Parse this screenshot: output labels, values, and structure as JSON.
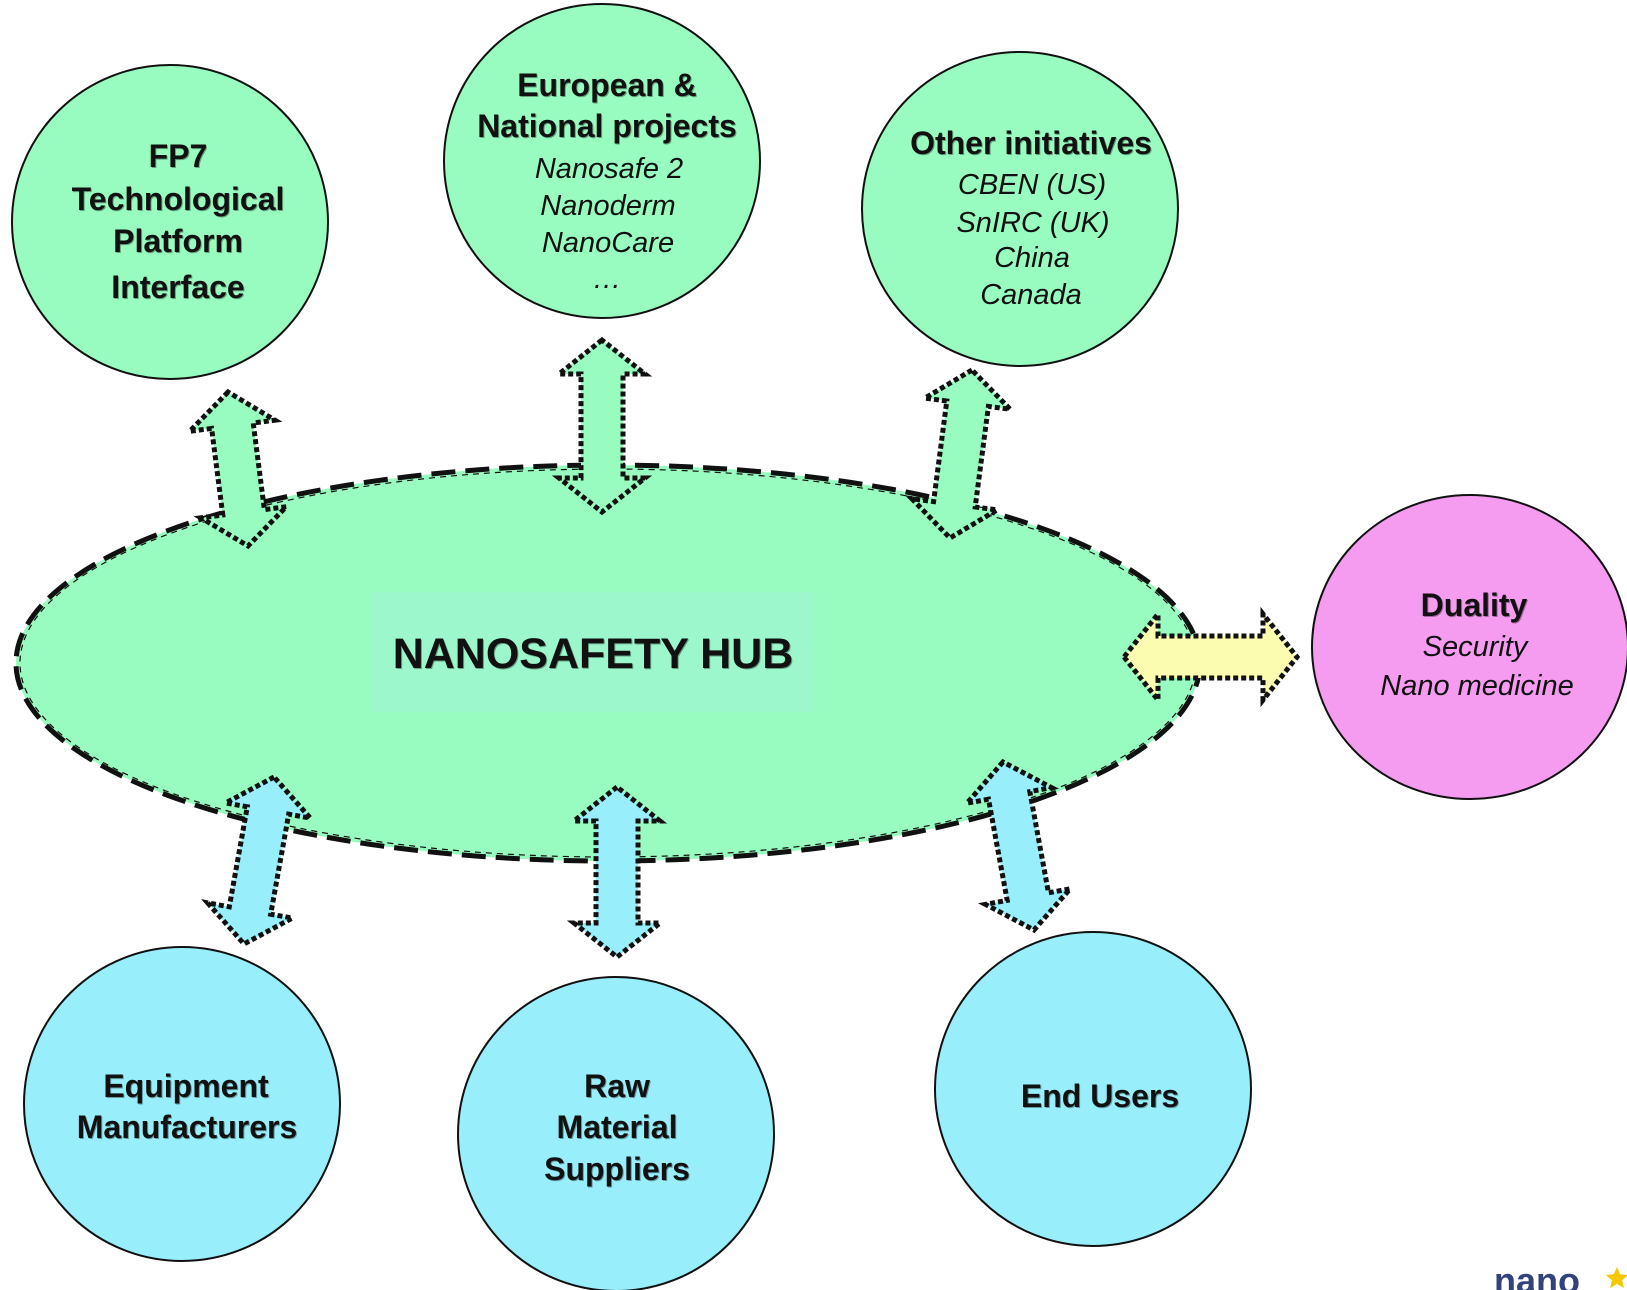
{
  "diagram": {
    "hub": {
      "label": "NANOSAFETY HUB"
    },
    "nodes": {
      "fp7": {
        "title": [
          "FP7",
          "Technological",
          "Platform",
          "Interface"
        ],
        "items": []
      },
      "european": {
        "title": [
          "European &",
          "National projects"
        ],
        "items": [
          "Nanosafe 2",
          "Nanoderm",
          "NanoCare",
          "…"
        ]
      },
      "other": {
        "title": [
          "Other initiatives"
        ],
        "items": [
          "CBEN (US)",
          "SnIRC (UK)",
          "China",
          "Canada"
        ]
      },
      "duality": {
        "title": [
          "Duality"
        ],
        "items": [
          "Security",
          "Nano medicine"
        ]
      },
      "equipment": {
        "title": [
          "Equipment",
          "Manufacturers"
        ],
        "items": []
      },
      "raw": {
        "title": [
          "Raw",
          "Material",
          "Suppliers"
        ],
        "items": []
      },
      "endusers": {
        "title": [
          "End Users"
        ],
        "items": []
      }
    },
    "logo": {
      "text": "nano"
    },
    "colors": {
      "green": "#98fcc0",
      "cyan": "#98eefa",
      "pink": "#f59cf0",
      "yellow_arrow": "#fbfcb0",
      "hub_label_bg": "#9cf8cc"
    }
  }
}
